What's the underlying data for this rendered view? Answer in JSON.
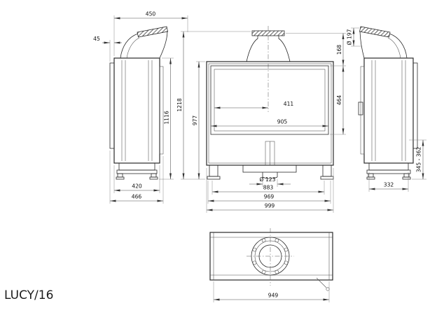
{
  "title": "LUCY/16",
  "drawing_color": "#2a2a2a",
  "views": {
    "left_side": {
      "top_width": "450",
      "front_offset": "45",
      "body_height": "1116",
      "base_depth": "420",
      "total_depth": "466"
    },
    "front": {
      "total_height": "1218",
      "body_height": "977",
      "top_section_height": "168",
      "glass_height": "464",
      "center_width": "411",
      "glass_width": "905",
      "air_inlet_diameter": "Ø 123",
      "inner_width": "883",
      "body_width": "969",
      "total_width": "999"
    },
    "right_side": {
      "flue_diameter": "Ø 197",
      "rear_outlet_height_range": "345 - 362",
      "base_depth": "332"
    },
    "top": {
      "body_width": "949"
    }
  }
}
